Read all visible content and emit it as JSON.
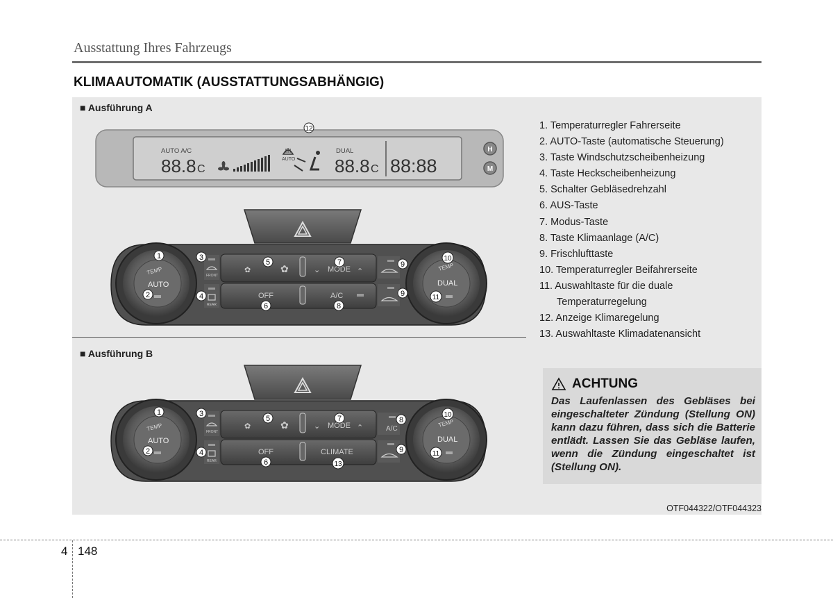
{
  "header": {
    "section": "Ausstattung Ihres Fahrzeugs"
  },
  "title": "KLIMAAUTOMATIK (AUSSTATTUNGSABHÄNGIG)",
  "variant_a": {
    "label": "■ Ausführung A",
    "display": {
      "auto_ac": "AUTO A/C",
      "temp_left": "88.8",
      "unit_left": "C",
      "auto_small": "AUTO",
      "dual": "DUAL",
      "temp_right": "88.8",
      "unit_right": "C",
      "clock": "88:88",
      "btn_h": "H",
      "btn_m": "M"
    },
    "buttons": {
      "off": "OFF",
      "mode": "MODE",
      "ac": "A/C",
      "knob_left": "AUTO",
      "knob_left_arc": "TEMP",
      "knob_right": "DUAL",
      "knob_right_arc": "TEMP",
      "front": "FRONT",
      "rear": "REAR"
    },
    "callouts": [
      "1",
      "2",
      "3",
      "4",
      "5",
      "6",
      "7",
      "8",
      "9",
      "9",
      "10",
      "11",
      "12"
    ]
  },
  "variant_b": {
    "label": "■ Ausführung B",
    "buttons": {
      "off": "OFF",
      "mode": "MODE",
      "climate": "CLIMATE",
      "ac": "A/C",
      "knob_left": "AUTO",
      "knob_left_arc": "TEMP",
      "knob_right": "DUAL",
      "knob_right_arc": "TEMP",
      "front": "FRONT",
      "rear": "REAR"
    },
    "callouts": [
      "1",
      "2",
      "3",
      "4",
      "5",
      "6",
      "7",
      "8",
      "9",
      "10",
      "11",
      "13"
    ]
  },
  "legend": [
    "1. Temperaturregler Fahrerseite",
    "2. AUTO-Taste (automatische Steuerung)",
    "3. Taste Windschutzscheibenheizung",
    "4. Taste Heckscheibenheizung",
    "5. Schalter Gebläsedrehzahl",
    "6. AUS-Taste",
    "7. Modus-Taste",
    "8. Taste Klimaanlage (A/C)",
    "9. Frischlufttaste",
    "10. Temperaturregler Beifahrerseite",
    "11. Auswahltaste für die duale",
    "     Temperaturregelung",
    "12. Anzeige Klimaregelung",
    "13. Auswahltaste Klimadatenansicht"
  ],
  "warning": {
    "heading": "ACHTUNG",
    "text": "Das Laufenlassen des Gebläses bei eingeschalteter Zündung (Stellung ON) kann dazu führen, dass sich die Batterie entlädt. Lassen Sie das Gebläse laufen, wenn die Zündung eingeschaltet ist (Stellung ON)."
  },
  "figure_code": "OTF044322/OTF044323",
  "footer": {
    "chapter": "4",
    "page": "148"
  }
}
